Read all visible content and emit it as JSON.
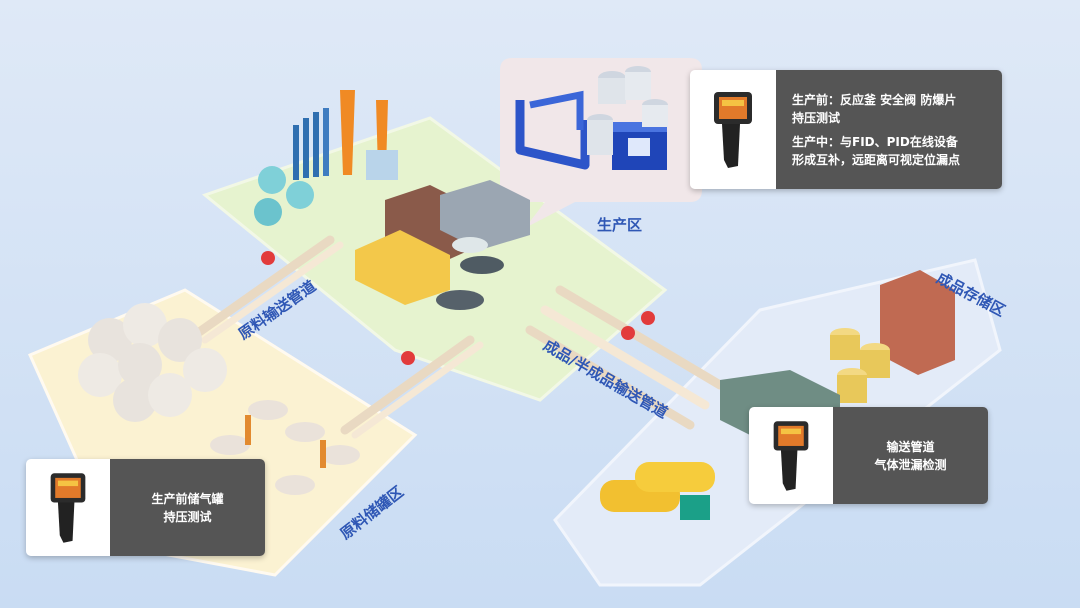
{
  "zones": {
    "production": "生产区",
    "raw_pipeline": "原料输送管道",
    "product_pipeline": "成品/半成品输送管道",
    "raw_storage": "原料储罐区",
    "product_storage": "成品存储区"
  },
  "callouts": {
    "production": {
      "line1": "生产前：反应釜 安全阀 防爆片",
      "line2": "持压测试",
      "line3": "生产中：与FID、PID在线设备",
      "line4": "形成互补，远距离可视定位漏点"
    },
    "storage_tanks": {
      "line1": "生产前储气罐",
      "line2": "持压测试"
    },
    "pipeline": {
      "line1": "输送管道",
      "line2": "气体泄漏检测"
    }
  },
  "colors": {
    "accent": "#2f57b5",
    "callout_bg": "#555555",
    "production_area": "#e6f3cf",
    "storage_area": "#fbf2d2",
    "product_area": "#e3ebf8"
  }
}
